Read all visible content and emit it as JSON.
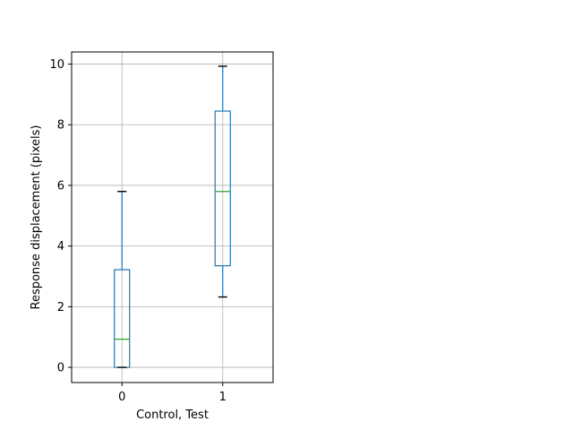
{
  "chart_data": {
    "type": "box",
    "xlabel": "Control, Test",
    "ylabel": "Response displacement (pixels)",
    "categories": [
      "0",
      "1"
    ],
    "ylim": [
      -0.5,
      10.4
    ],
    "yticks": [
      0,
      2,
      4,
      6,
      8,
      10
    ],
    "grid": true,
    "boxes": [
      {
        "category": "0",
        "whisker_low": 0.0,
        "q1": 0.0,
        "median": 0.93,
        "q3": 3.22,
        "whisker_high": 5.8
      },
      {
        "category": "1",
        "whisker_low": 2.32,
        "q1": 3.35,
        "median": 5.8,
        "q3": 8.45,
        "whisker_high": 9.93
      }
    ],
    "colors": {
      "box": "#1f77b4",
      "median": "#2ca02c",
      "whisker": "#1f77b4",
      "cap": "#000000",
      "grid": "#b0b0b0"
    }
  }
}
